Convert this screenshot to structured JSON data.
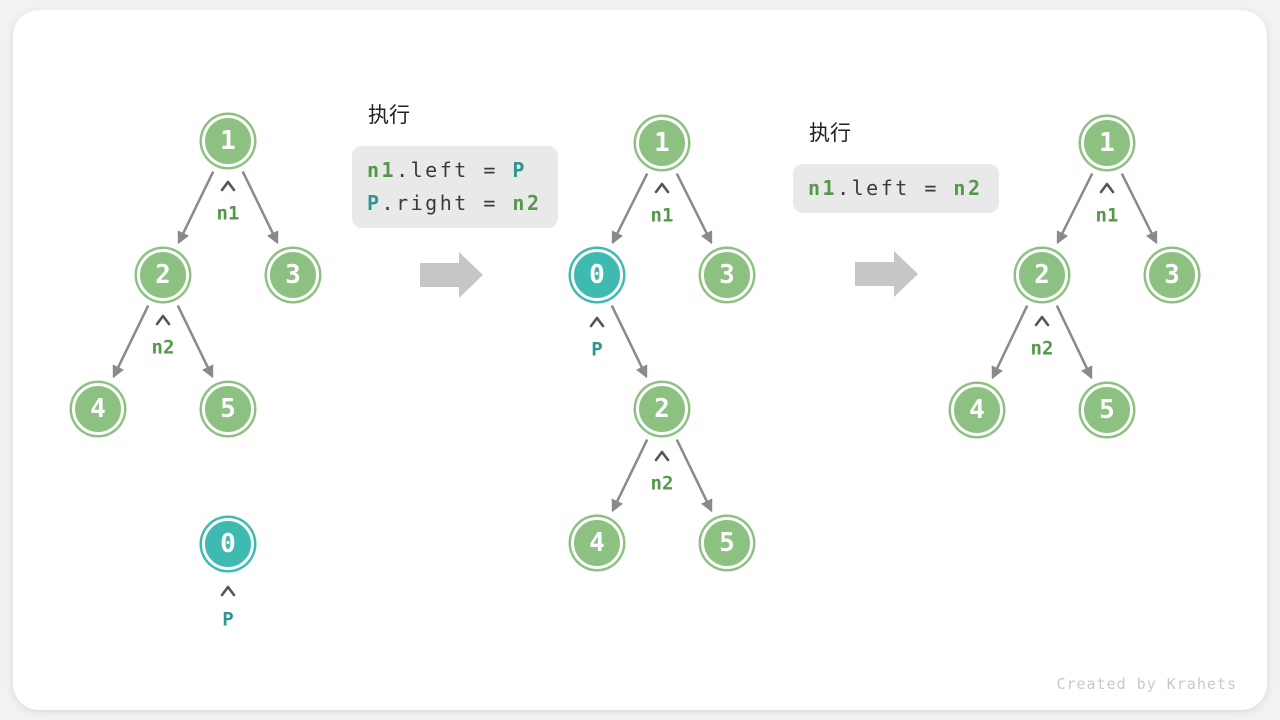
{
  "figure": {
    "watermark": "Created by Krahets"
  },
  "colors": {
    "node_green": "#8cc182",
    "node_teal": "#3fbab1",
    "label_green": "#55974b",
    "label_teal": "#2e968e",
    "code_text": "#3a3a3a",
    "code_box_bg": "#e9e9e9",
    "edge_gray": "#8a8a8a",
    "transition_arrow_gray": "#c6c6c6",
    "watermark_gray": "#c9c9c9"
  },
  "exec_blocks": [
    {
      "title": "执行",
      "lines": [
        {
          "t1": "n1",
          "t2": ".left = ",
          "t3": "P"
        },
        {
          "t1": "P",
          "t2": ".right = ",
          "t3": "n2"
        }
      ]
    },
    {
      "title": "执行",
      "lines": [
        {
          "t1": "n1",
          "t2": ".left = ",
          "t3": "n2"
        }
      ]
    }
  ],
  "trees": [
    {
      "nodes": [
        "1",
        "2",
        "3",
        "4",
        "5",
        "0"
      ],
      "labels": {
        "n1": "n1",
        "n2": "n2",
        "p": "P"
      }
    },
    {
      "nodes": [
        "1",
        "0",
        "3",
        "2",
        "4",
        "5"
      ],
      "labels": {
        "n1": "n1",
        "p": "P",
        "n2": "n2"
      }
    },
    {
      "nodes": [
        "1",
        "2",
        "3",
        "4",
        "5"
      ],
      "labels": {
        "n1": "n1",
        "n2": "n2"
      }
    }
  ]
}
